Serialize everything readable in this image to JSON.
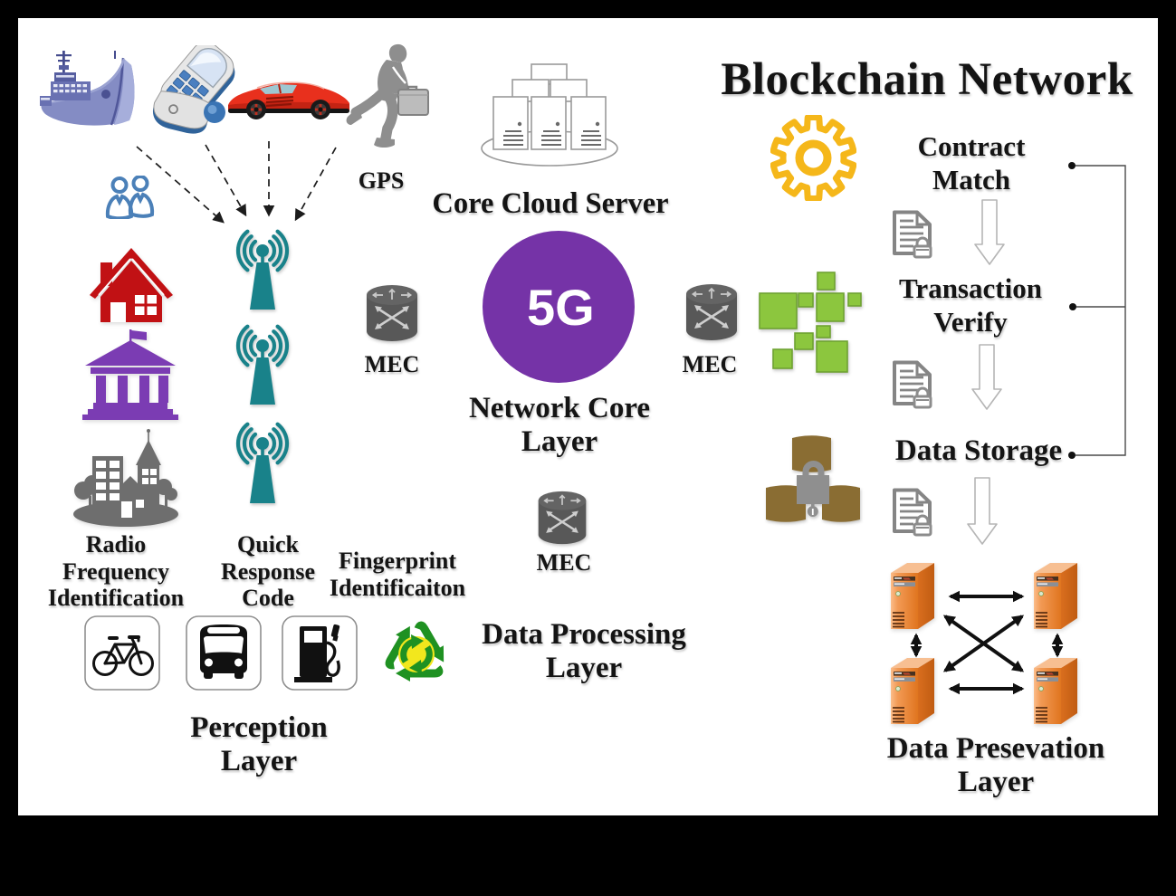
{
  "title": "Blockchain Network",
  "labels": {
    "gps": "GPS",
    "core_cloud_server": "Core Cloud Server",
    "five_g": "5G",
    "network_core_layer": "Network Core\nLayer",
    "data_processing_layer": "Data Processing\nLayer",
    "perception_layer": "Perception\nLayer",
    "radio_frequency_identification": "Radio\nFrequency\nIdentification",
    "quick_response_code": "Quick\nResponse\nCode",
    "fingerprint_identification": "Fingerprint\nIdentificaiton",
    "mec": "MEC",
    "contract_match": "Contract\nMatch",
    "transaction_verify": "Transaction\nVerify",
    "data_storage": "Data Storage",
    "data_presevation_layer": "Data Presevation\nLayer"
  },
  "icons": {
    "cargo-ship-icon": "cargo ship clipart",
    "flip-phone-icon": "flip phone clipart",
    "sports-car-icon": "red sports car clipart",
    "businessman-icon": "running businessman with briefcase",
    "people-icon": "two persons outline",
    "house-icon": "red house",
    "bank-icon": "purple government building",
    "city-icon": "gray city buildings",
    "radio-tower-icon": "teal antenna tower with waves",
    "bicycle-icon": "bicycle pictogram",
    "bus-icon": "bus pictogram",
    "fuel-pump-icon": "fuel pump pictogram",
    "recycle-icon": "green recycling symbol",
    "cloud-server-icon": "server cluster on platter",
    "mec-router-icon": "dark cylinder with crossed arrows",
    "gear-icon": "yellow gear outline",
    "blockchain-blocks-icon": "green squares cluster",
    "secure-storage-icon": "brown cylinders with padlock",
    "document-lock-icon": "document with padlock",
    "down-arrow-icon": "hollow white down arrow",
    "server-tower-icon": "orange 3D server tower"
  },
  "colors": {
    "background": "#000000",
    "surface": "#ffffff",
    "teal": "#19828A",
    "purple_circle": "#7533A7",
    "house_red": "#C11114",
    "bank_purple": "#7B3CB3",
    "city_gray": "#6E6E6E",
    "gear_yellow": "#F5B71A",
    "block_green": "#8CC63E",
    "barrel_brown": "#8A6D33",
    "server_orange": "#E07427",
    "people_blue": "#4B80B8",
    "mec_gray": "#585858"
  }
}
